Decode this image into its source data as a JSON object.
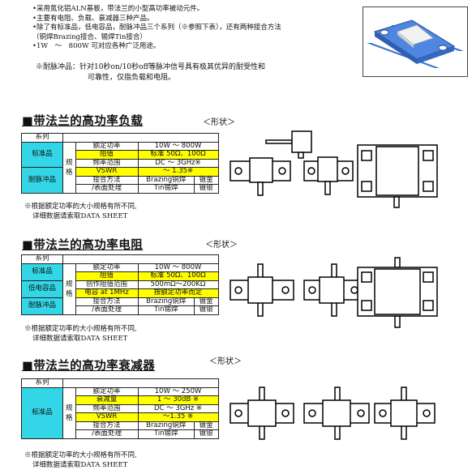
{
  "intro": {
    "lines": [
      "•采用氮化铝ALN基板，带法兰的小型高功率被动元件。",
      "•主要有电阻、负载、衰减器三种产品。",
      "•除了有标准品，低电容品，耐脉冲品三个系列（※参照下表），还有两种接合方法",
      "（铜焊Brazing接合、锡焊Tin接合）",
      "•1W　～　800W 可对应各种广泛用途。"
    ],
    "pulse_line1": "※耐脉冲品：针对10秒on/10秒off等脉冲信号具有极其优异的耐受性和",
    "pulse_line2": "可靠性，仅指负载和电阻。"
  },
  "shape_label": "＜形状＞",
  "sections": [
    {
      "title": "■带法兰的高功率负载",
      "series_header": "系列",
      "rows": [
        {
          "series": "标准品",
          "param": "额定功率",
          "value": "10W ～ 800W",
          "hl": false
        },
        {
          "series": "",
          "param": "阻值",
          "value": "标准 50Ω、100Ω",
          "hl": true
        },
        {
          "series": "",
          "param": "频率范围",
          "value": "DC ～ 3GHz※",
          "hl": false
        },
        {
          "series": "耐脉冲品",
          "param": "VSWR",
          "value": "～ 1.35※",
          "hl": true
        },
        {
          "series": "",
          "param": "接合方法",
          "value": "Brazing铜焊",
          "value2": "镀金",
          "hl": false
        },
        {
          "series": "",
          "param": "/表面处理",
          "value": "Tin锡焊",
          "value2": "镀银",
          "hl": false
        }
      ],
      "spec_label": "规格",
      "note1": "※根据额定功率的大小规格有所不同,",
      "note2": "详细数据请索取DATA SHEET"
    },
    {
      "title": "■带法兰的高功率电阻",
      "series_header": "系列",
      "rows": [
        {
          "series": "标准品",
          "param": "额定功率",
          "value": "10W ～ 800W",
          "hl": false
        },
        {
          "series": "",
          "param": "阻值",
          "value": "标准 50Ω、100Ω",
          "hl": true
        },
        {
          "series": "低电容品",
          "param": "创作阻值范围",
          "value": "500mΩ～200KΩ",
          "hl": false
        },
        {
          "series": "",
          "param": "电容 at 1MHz",
          "value": "按额定功率而定",
          "hl": true
        },
        {
          "series": "耐脉冲品",
          "param": "接合方法",
          "value": "Brazing铜焊",
          "value2": "镀金",
          "hl": false
        },
        {
          "series": "",
          "param": "/表面处理",
          "value": "Tin锡焊",
          "value2": "镀银",
          "hl": false
        }
      ],
      "spec_label": "规格",
      "note1": "※根据额定功率的大小规格有所不同,",
      "note2": "详细数据请索取DATA SHEET"
    },
    {
      "title": "■带法兰的高功率衰减器",
      "series_header": "系列",
      "rows": [
        {
          "series": "标准品",
          "param": "额定功率",
          "value": "10W ～ 250W",
          "hl": false
        },
        {
          "series": "",
          "param": "衰减量",
          "value": "1 ～ 30dB ※",
          "hl": true
        },
        {
          "series": "",
          "param": "频率范围",
          "value": "DC ～ 3GHz ※",
          "hl": false
        },
        {
          "series": "",
          "param": "VSWR",
          "value": "～1.35 ※",
          "hl": true
        },
        {
          "series": "",
          "param": "接合方法",
          "value": "Brazing铜焊",
          "value2": "镀金",
          "hl": false
        },
        {
          "series": "",
          "param": "/表面处理",
          "value": "Tin锡焊",
          "value2": "镀银",
          "hl": false
        }
      ],
      "spec_label": "规格",
      "note1": "※根据额定功率的大小规格有所不同,",
      "note2": "详细数据请索取DATA SHEET"
    }
  ]
}
